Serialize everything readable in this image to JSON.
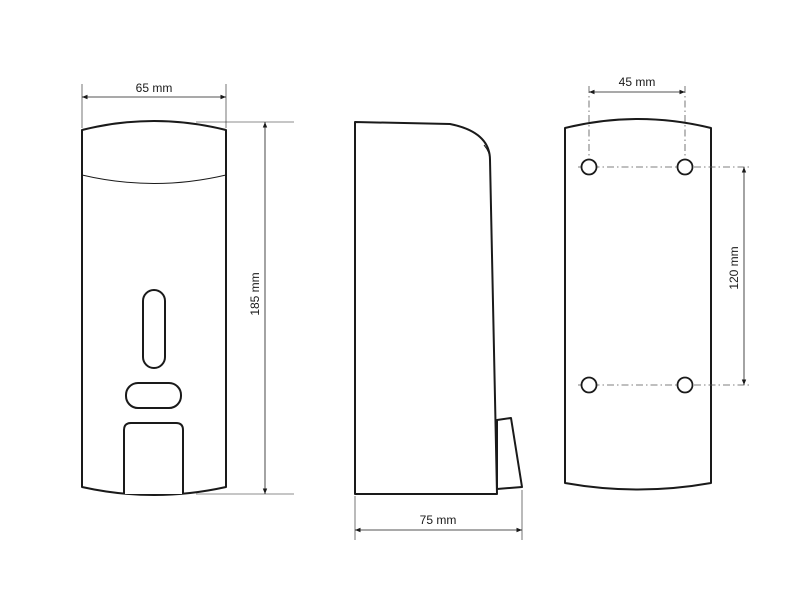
{
  "dimensions": {
    "front_width": "65 mm",
    "front_height": "185 mm",
    "side_depth": "75 mm",
    "back_hole_spacing_horizontal": "45 mm",
    "back_hole_spacing_vertical": "120 mm"
  },
  "colors": {
    "line": "#1a1a1a",
    "background": "#ffffff"
  }
}
